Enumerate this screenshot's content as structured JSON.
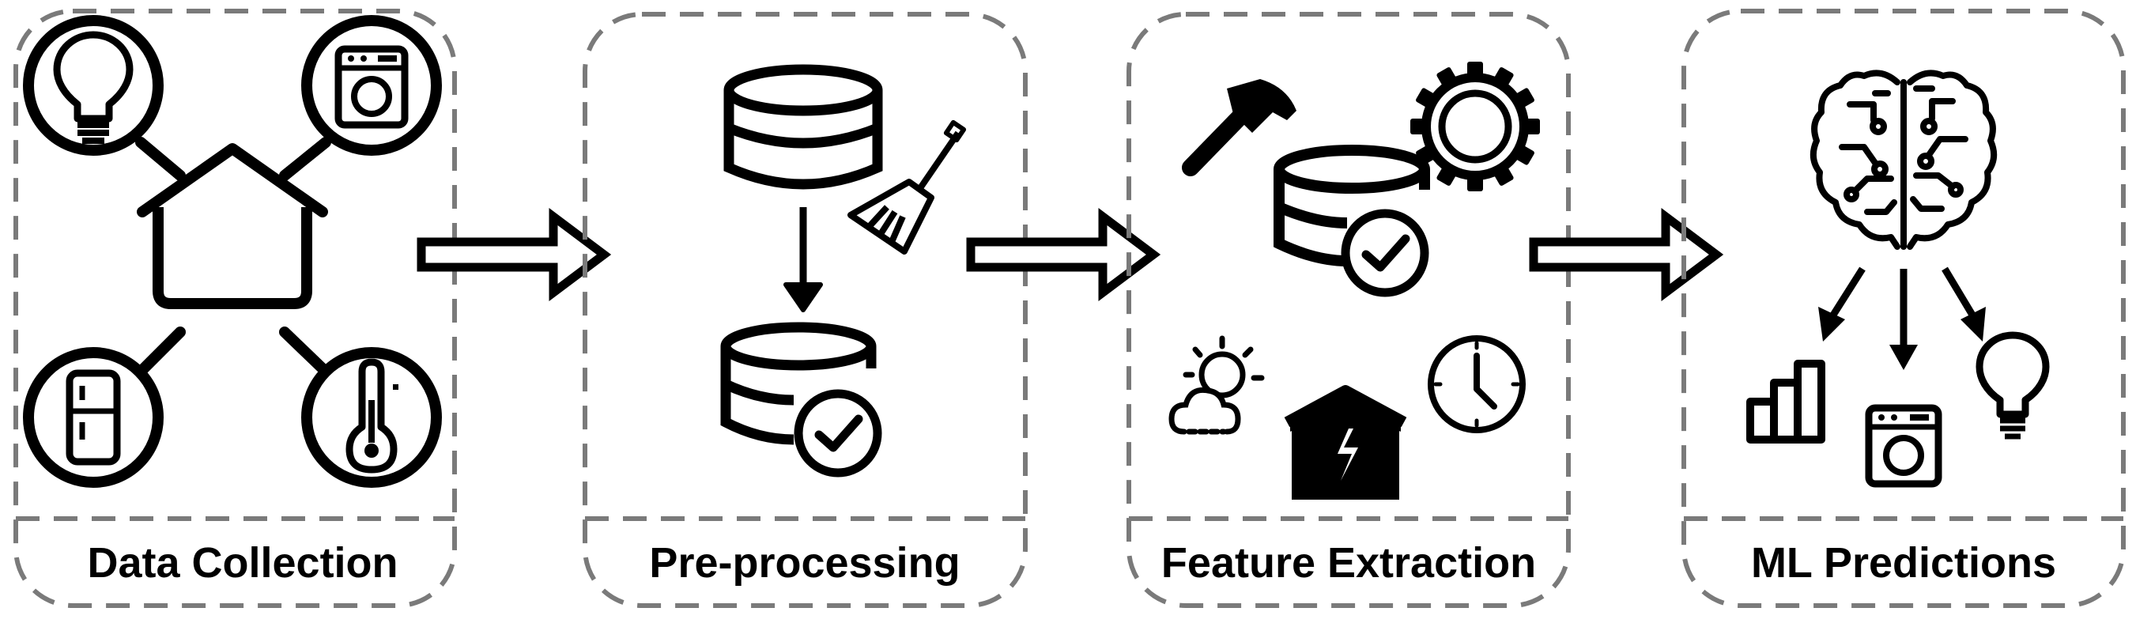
{
  "stages": [
    {
      "label": "Data Collection",
      "icons": [
        "lightbulb-icon",
        "washing-machine-icon",
        "house-icon",
        "fridge-icon",
        "thermometer-icon"
      ]
    },
    {
      "label": "Pre-processing",
      "icons": [
        "database-icon",
        "broom-icon",
        "down-arrow-icon",
        "database-check-icon"
      ]
    },
    {
      "label": "Feature Extraction",
      "icons": [
        "hammer-icon",
        "gear-icon",
        "database-check-icon",
        "weather-icon",
        "house-energy-icon",
        "clock-icon"
      ]
    },
    {
      "label": "ML Predictions",
      "icons": [
        "ai-brain-icon",
        "bar-chart-icon",
        "washing-machine-icon",
        "lightbulb-icon"
      ]
    }
  ],
  "colors": {
    "stroke": "#000000",
    "dashed_border": "#7a7a7a",
    "background": "#ffffff"
  }
}
